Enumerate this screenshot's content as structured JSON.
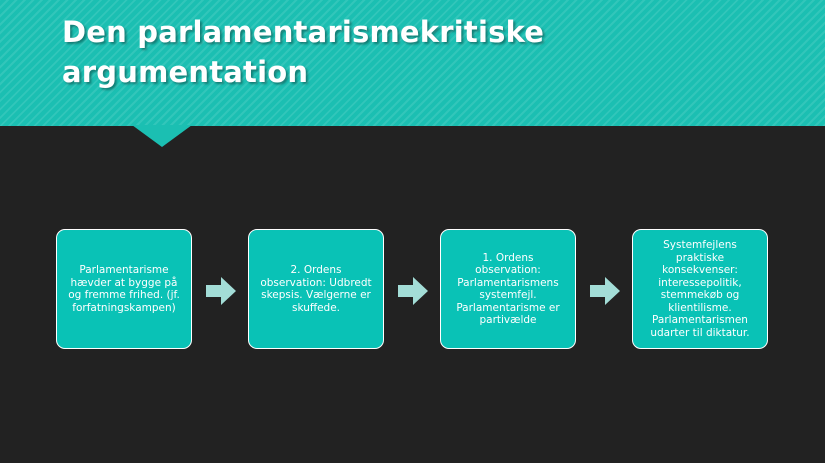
{
  "slide": {
    "title_line_1": "Den parlamentarismekritiske",
    "title_line_2": "argumentation"
  },
  "flow": {
    "steps": [
      "Parlamentarisme hævder at bygge på og fremme frihed. (jf. forfatningskampen)",
      "2. Ordens observation: Udbredt skepsis. Vælgerne er skuffede.",
      "1. Ordens observation: Parlamentarismens systemfejl. Parlamentarisme er partivælde",
      "Systemfejlens praktiske konsekvenser: interessepolitik, stemmekøb og klientilisme. Parlamentarismen udarter til diktatur."
    ]
  },
  "colors": {
    "background": "#222222",
    "accent": "#1bbfb2",
    "box": "#09c2b6",
    "arrow": "#a3ddd7"
  },
  "icons": {
    "arrow": "right-arrow-icon"
  }
}
